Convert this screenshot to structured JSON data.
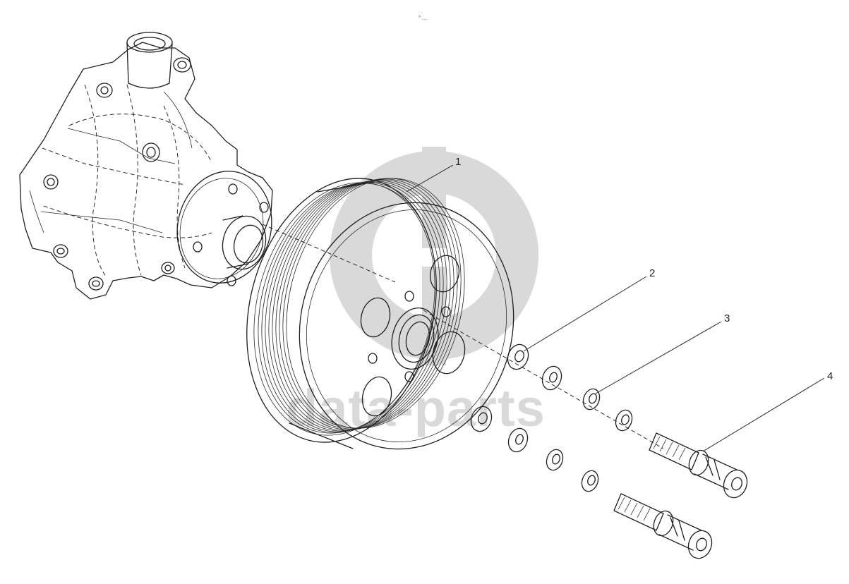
{
  "header": {
    "mark": "° ..."
  },
  "watermark": {
    "text": "data-parts",
    "color": "#d9d9d9"
  },
  "callouts": [
    {
      "number": "1",
      "part": "pulley"
    },
    {
      "number": "2",
      "part": "washer"
    },
    {
      "number": "3",
      "part": "lock-washer"
    },
    {
      "number": "4",
      "part": "bolt"
    }
  ],
  "colors": {
    "line": "#1e1e1e",
    "background": "#ffffff",
    "watermark": "#d9d9d9"
  }
}
